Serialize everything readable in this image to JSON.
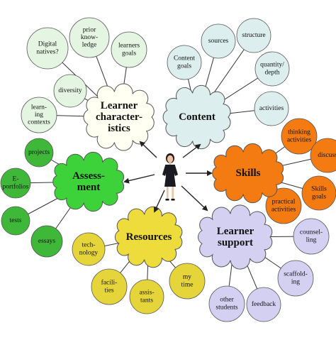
{
  "hubs": {
    "learner": {
      "lines": [
        "Learner",
        "character-",
        "istics"
      ],
      "fill": "#fffff2"
    },
    "content": {
      "lines": [
        "Content"
      ],
      "fill": "#dcefee"
    },
    "skills": {
      "lines": [
        "Skills"
      ],
      "fill": "#f47a12"
    },
    "assessment": {
      "lines": [
        "Assess-",
        "ment"
      ],
      "fill": "#3dd23a"
    },
    "resources": {
      "lines": [
        "Resources"
      ],
      "fill": "#eedb3c"
    },
    "support": {
      "lines": [
        "Learner",
        "support"
      ],
      "fill": "#d3d0f2"
    }
  },
  "nodes": {
    "learner": [
      {
        "lines": [
          "Digital",
          "natives?"
        ]
      },
      {
        "lines": [
          "prior",
          "know-",
          "ledge"
        ]
      },
      {
        "lines": [
          "learners",
          "goals"
        ]
      },
      {
        "lines": [
          "diversity"
        ]
      },
      {
        "lines": [
          "learn-",
          "ing",
          "contexts"
        ]
      }
    ],
    "content": [
      {
        "lines": [
          "sources"
        ]
      },
      {
        "lines": [
          "structure"
        ]
      },
      {
        "lines": [
          "Content",
          "goals"
        ]
      },
      {
        "lines": [
          "quantity/",
          "depth"
        ]
      },
      {
        "lines": [
          "activities"
        ]
      }
    ],
    "skills": [
      {
        "lines": [
          "thinking",
          "activities"
        ]
      },
      {
        "lines": [
          "discuss"
        ]
      },
      {
        "lines": [
          "Skills",
          "goals"
        ]
      },
      {
        "lines": [
          "practical",
          "activities"
        ]
      }
    ],
    "assessment": [
      {
        "lines": [
          "projects"
        ]
      },
      {
        "lines": [
          "E-",
          "portfolios"
        ]
      },
      {
        "lines": [
          "tests"
        ]
      },
      {
        "lines": [
          "essays"
        ]
      }
    ],
    "resources": [
      {
        "lines": [
          "tech-",
          "nology"
        ]
      },
      {
        "lines": [
          "facili-",
          "ties"
        ]
      },
      {
        "lines": [
          "assis-",
          "tants"
        ]
      },
      {
        "lines": [
          "my",
          "time"
        ]
      }
    ],
    "support": [
      {
        "lines": [
          "counsel-",
          "ling"
        ]
      },
      {
        "lines": [
          "scaffold-",
          "ing"
        ]
      },
      {
        "lines": [
          "feedback"
        ]
      },
      {
        "lines": [
          "other",
          "students"
        ]
      }
    ]
  },
  "colors": {
    "learner_node": "#e4f5e2",
    "content_node": "#dcefee",
    "skills_node": "#f47a12",
    "assessment_node": "#3fb83a",
    "resources_node": "#e6d53a",
    "support_node": "#d3d0f2",
    "person_dress": "#1a1a22",
    "person_skin": "#e9c4a6",
    "person_hair": "#2a1810"
  }
}
